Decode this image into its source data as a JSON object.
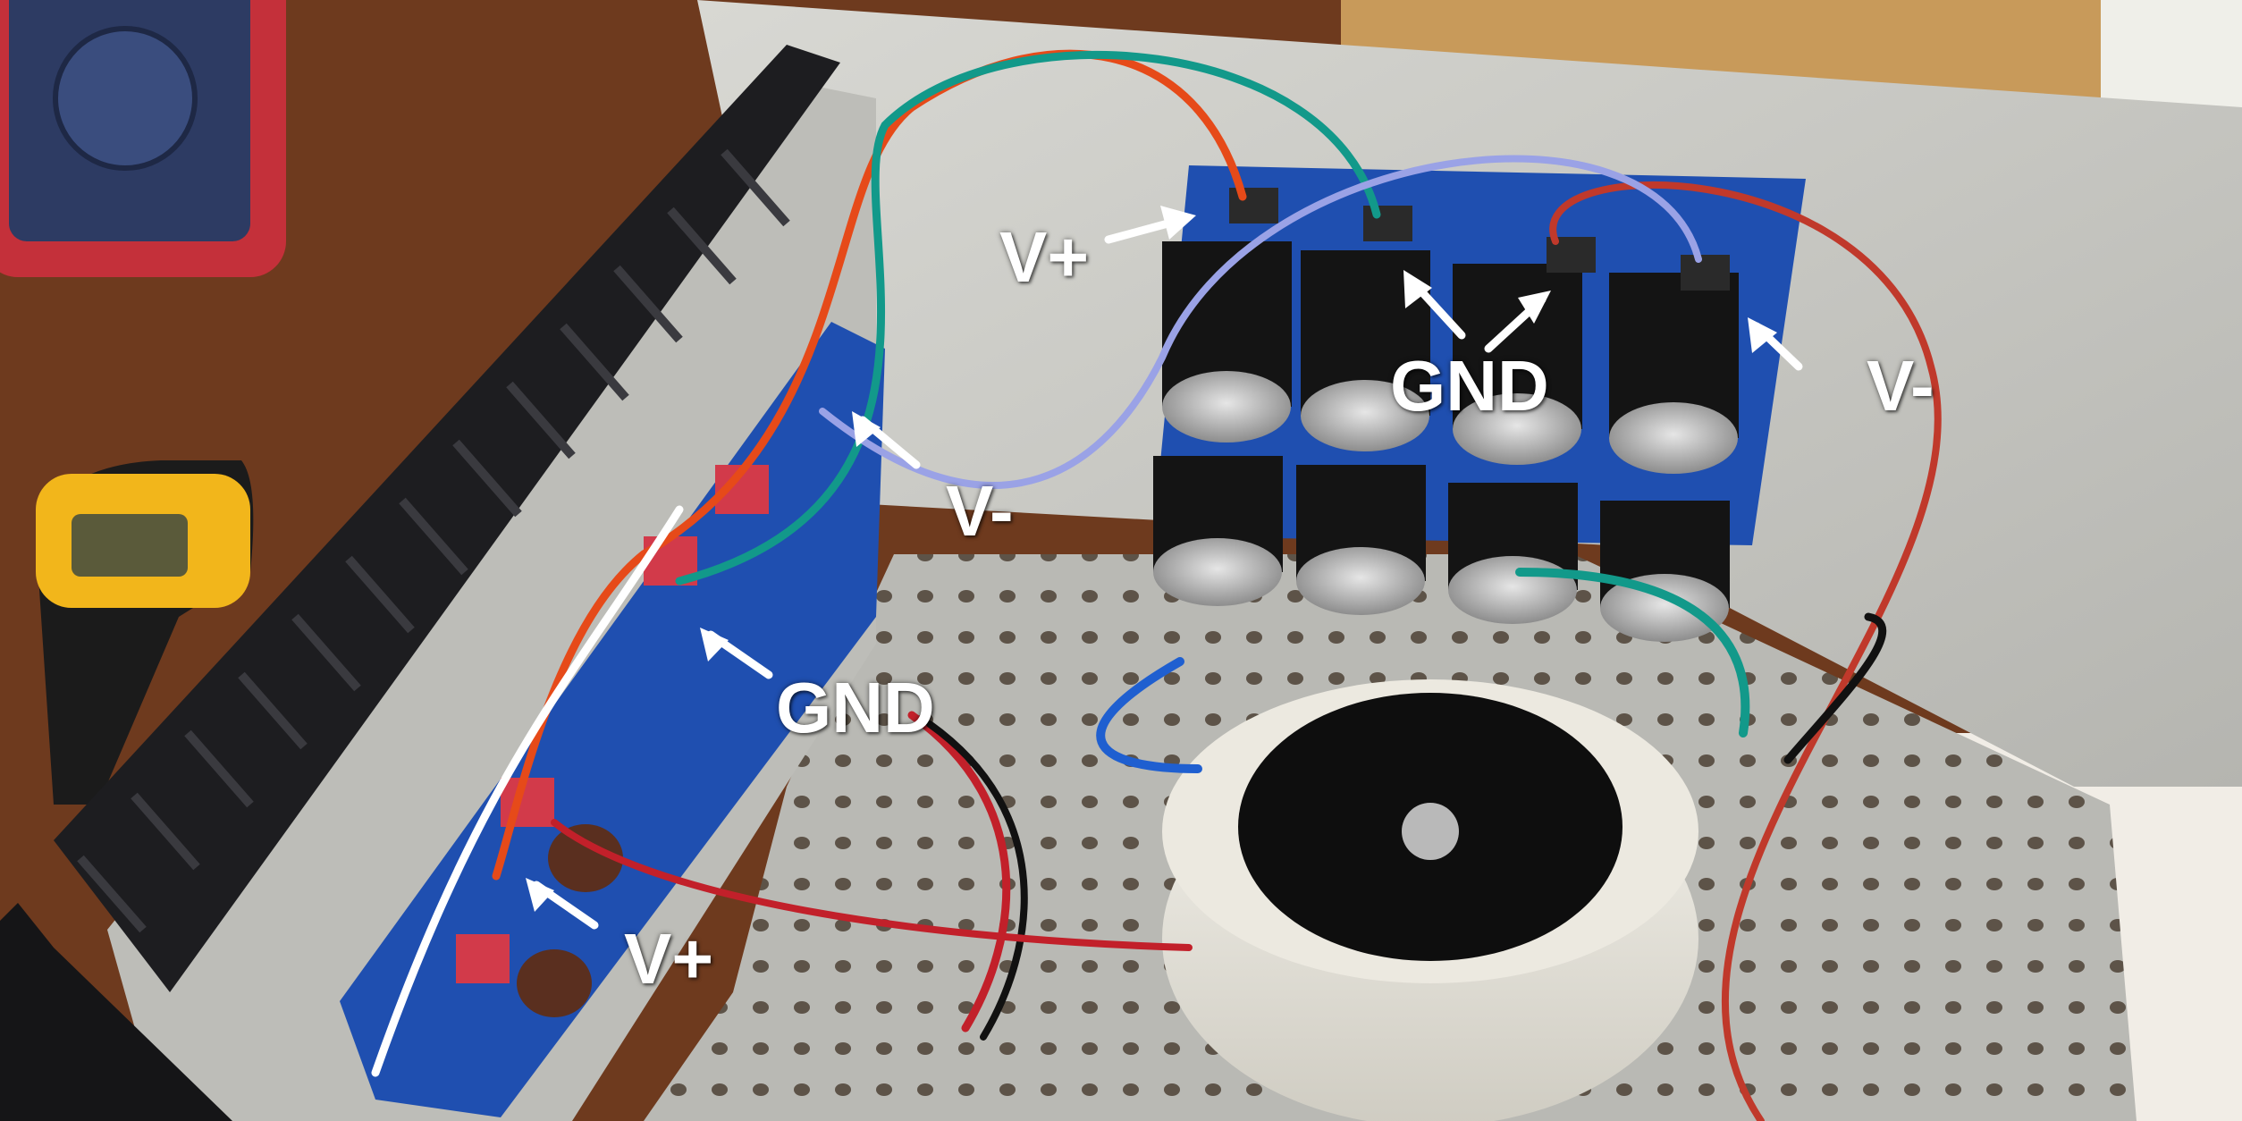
{
  "photo": {
    "labels": {
      "top_vplus": "V+",
      "top_gnd": "GND",
      "top_vminus": "V-",
      "mid_vminus": "V-",
      "mid_gnd": "GND",
      "low_vplus": "V+"
    },
    "colors": {
      "chassis": "#c9c9c4",
      "heatsink": "#1b1b1d",
      "pcb": "#1f4fb0",
      "wood": "#7a3b1c",
      "wire_red": "#e64a19",
      "wire_teal": "#12998a",
      "wire_lavender": "#9aa2e6",
      "transformer": "#e9e6dc",
      "annotation": "#ffffff"
    }
  }
}
